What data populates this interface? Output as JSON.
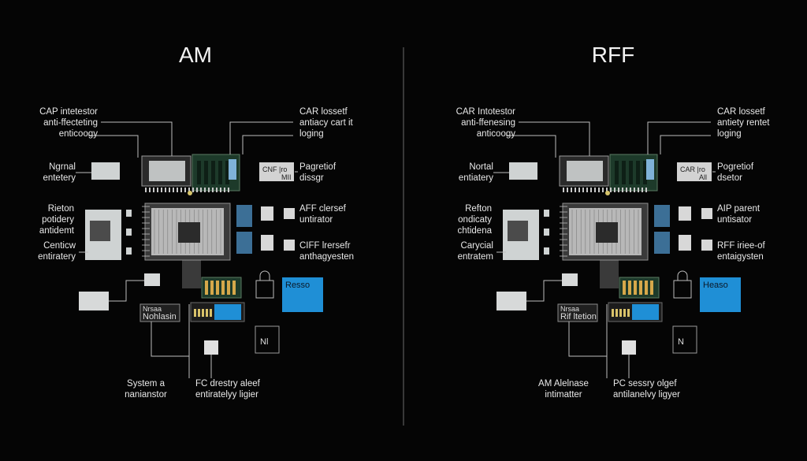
{
  "panels": [
    {
      "title": "AM",
      "labels": {
        "top_left": [
          "CAP intetestor",
          "anti-ffecteting",
          "enticoogy"
        ],
        "top_right": [
          "CAR lossetf",
          "antiacy cart it",
          "loging"
        ],
        "left_1": [
          "Ngrnal",
          "entetery"
        ],
        "left_2": [
          "Rieton",
          "potidery",
          "antidemt"
        ],
        "left_3": [
          "Centicw",
          "entiratery"
        ],
        "right_1": [
          "Pagretiof",
          "dissgr"
        ],
        "right_2": [
          "AFF clersef",
          "untirator"
        ],
        "right_3": [
          "CIFF lrersefr",
          "anthagyesten"
        ],
        "bottom_left": [
          "System a",
          "nanianstor"
        ],
        "bottom_right": [
          "FC drestry aleef",
          "entiratelyy ligier"
        ]
      },
      "chips": {
        "chip_small": "CNF |ro",
        "chip_small_2": "MII",
        "blue_box": "Resso",
        "tag_box": [
          "Nrsaa",
          "Nohlasin"
        ],
        "tiny_box": "Nl"
      }
    },
    {
      "title": "RFF",
      "labels": {
        "top_left": [
          "CAR Intotestor",
          "anti-ffenesing",
          "anticoogy"
        ],
        "top_right": [
          "CAR lossetf",
          "antiety rentet",
          "loging"
        ],
        "left_1": [
          "Nortal",
          "entiatery"
        ],
        "left_2": [
          "Refton",
          "ondicaty",
          "chtidena"
        ],
        "left_3": [
          "Carycial",
          "entratem"
        ],
        "right_1": [
          "Pogretiof",
          "dsetor"
        ],
        "right_2": [
          "AIP parent",
          "untisator"
        ],
        "right_3": [
          "RFF iriee-of",
          "entaigysten"
        ],
        "bottom_left": [
          "AM Alelnase",
          "intimatter"
        ],
        "bottom_right": [
          "PC sessry olgef",
          "antilanelvy ligyer"
        ]
      },
      "chips": {
        "chip_small": "CAR |ro",
        "chip_small_2": "All",
        "blue_box": "Heaso",
        "tag_box": [
          "Nrsaa",
          "Rif ltetion"
        ],
        "tiny_box": "N"
      }
    }
  ],
  "colors": {
    "background": "#050505",
    "board": "#1d3a2a",
    "chip_gray": "#bfc2c2",
    "accent_blue": "#1f8fd6",
    "line": "#bdbdbd",
    "divider": "#6a6a6a"
  }
}
